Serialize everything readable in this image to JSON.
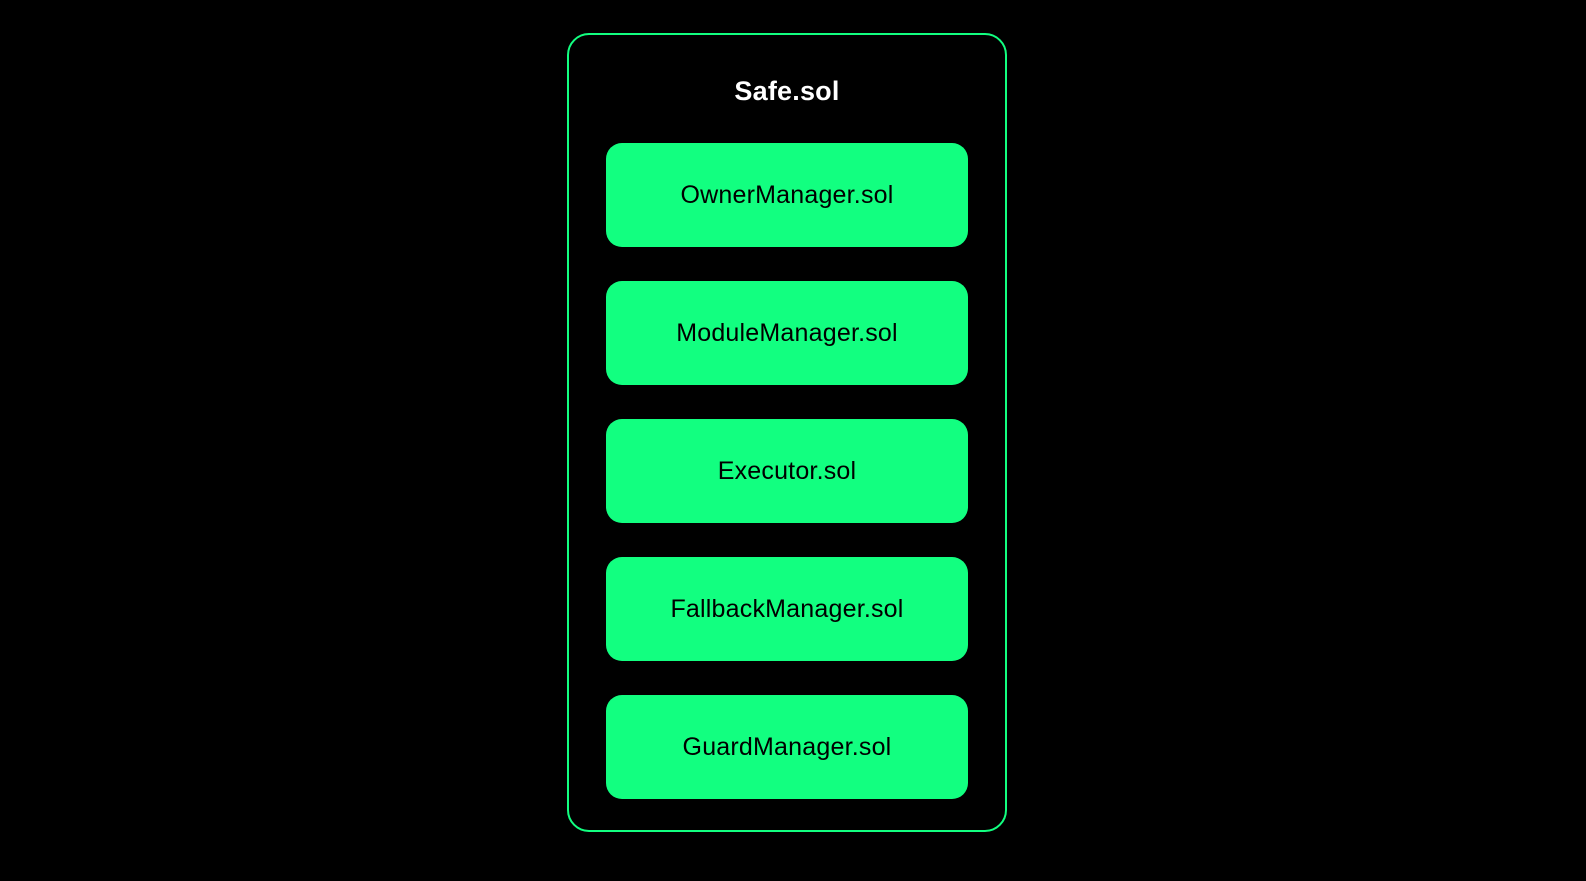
{
  "diagram": {
    "title": "Safe.sol",
    "components": [
      {
        "label": "OwnerManager.sol"
      },
      {
        "label": "ModuleManager.sol"
      },
      {
        "label": "Executor.sol"
      },
      {
        "label": "FallbackManager.sol"
      },
      {
        "label": "GuardManager.sol"
      }
    ],
    "colors": {
      "background": "#000000",
      "accent_green": "#12FF80",
      "container_border": "#12FF80",
      "title_text": "#FFFFFF",
      "component_text": "#000000"
    }
  }
}
